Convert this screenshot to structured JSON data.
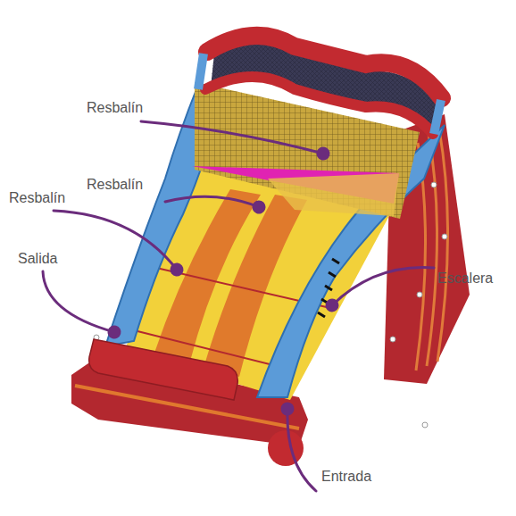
{
  "diagram": {
    "labels": [
      "Resbalín",
      "Resbalín",
      "Resbalín",
      "Salida",
      "Escalera",
      "Entrada"
    ]
  }
}
